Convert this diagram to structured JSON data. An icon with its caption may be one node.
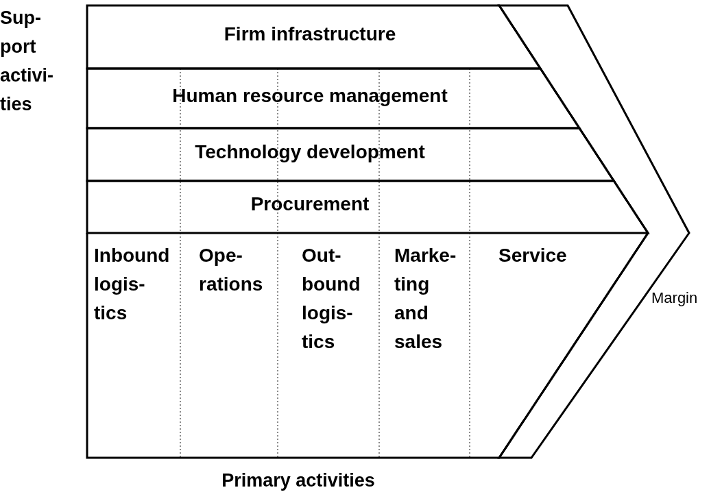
{
  "diagram": {
    "nodes": [
      {
        "text": [
          "Firm infrastructure"
        ]
      },
      {
        "text": [
          "Human resource management"
        ]
      },
      {
        "text": [
          "Technology development"
        ]
      },
      {
        "text": [
          "Procurement"
        ]
      },
      {
        "text": [
          "Inbound logis- tics"
        ]
      },
      {
        "text": [
          "Ope- rations"
        ]
      },
      {
        "text": [
          "Out- bound logis- tics"
        ]
      },
      {
        "text": [
          "Marke- ting and sales"
        ]
      },
      {
        "text": [
          "Service"
        ]
      },
      {
        "text": [
          "Margin"
        ]
      }
    ],
    "labels": [
      "Sup- port activi- ties",
      "Primary activities"
    ]
  }
}
